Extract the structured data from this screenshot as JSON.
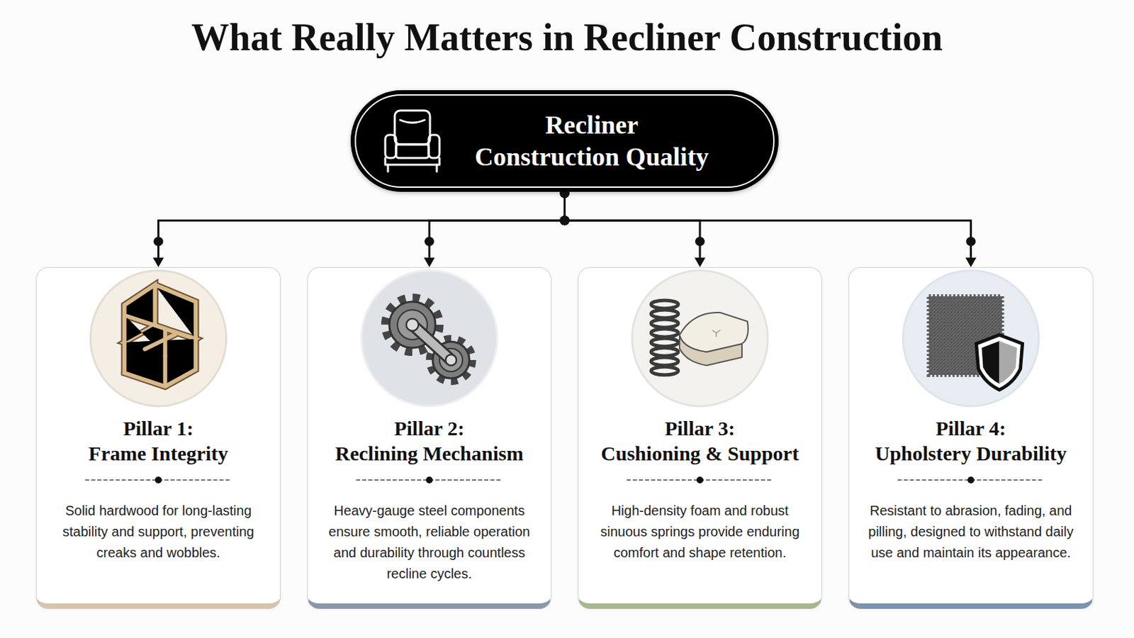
{
  "diagram": {
    "title": "What Really Matters in Recliner Construction",
    "nodes": [
      {
        "text": [
          "Recliner Construction Quality"
        ]
      },
      {
        "text": [
          "Pillar 1: Frame Integrity",
          "Solid hardwood for long-lasting stability and support, preventing creaks and wobbles."
        ]
      },
      {
        "text": [
          "Pillar 2: Reclining Mechanism",
          "Heavy-gauge steel components ensure smooth, reliable operation and durability through countless recline cycles."
        ]
      },
      {
        "text": [
          "Pillar 3: Cushioning & Support",
          "High-density foam and robust sinuous springs provide enduring comfort and shape retention."
        ]
      },
      {
        "text": [
          "Pillar 4: Upholstery Durability",
          "Resistant to abrasion, fading, and pilling, designed to withstand daily use and maintain its appearance."
        ]
      }
    ],
    "edges": [
      {
        "from": 0,
        "to": 1,
        "arrow": "to"
      },
      {
        "from": 0,
        "to": 2,
        "arrow": "to"
      },
      {
        "from": 0,
        "to": 3,
        "arrow": "to"
      },
      {
        "from": 0,
        "to": 4,
        "arrow": "to"
      }
    ]
  }
}
